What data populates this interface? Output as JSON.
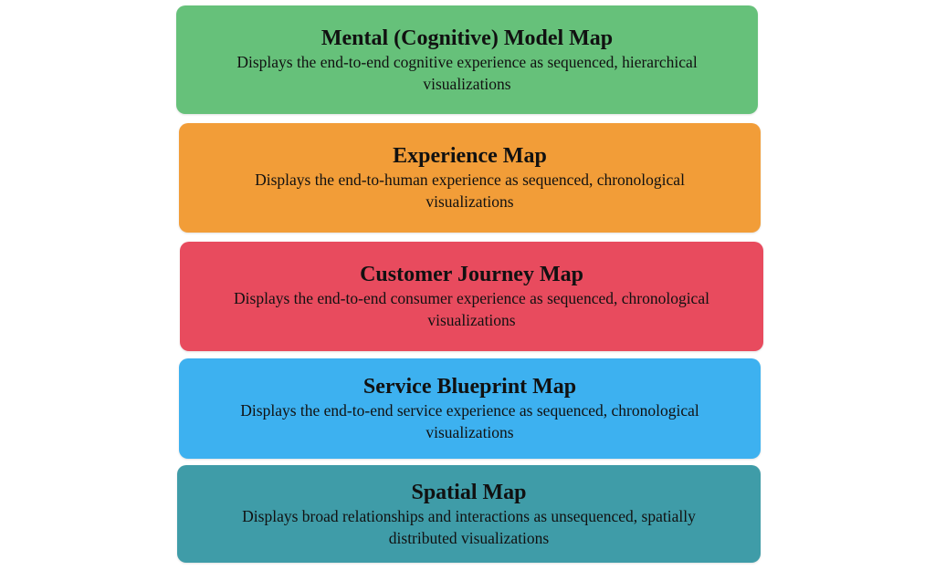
{
  "boxes": [
    {
      "title": "Mental (Cognitive) Model Map",
      "line1": "Displays the end-to-end cognitive experience as sequenced, hierarchical",
      "line2": "visualizations",
      "color": "#66c17a"
    },
    {
      "title": "Experience Map",
      "line1": "Displays the end-to-human experience as sequenced, chronological",
      "line2": "visualizations",
      "color": "#f29d38"
    },
    {
      "title": "Customer Journey Map",
      "line1": "Displays the end-to-end consumer experience as sequenced, chronological",
      "line2": "visualizations",
      "color": "#e84b5e"
    },
    {
      "title": "Service Blueprint Map",
      "line1": "Displays the end-to-end service experience as sequenced, chronological",
      "line2": "visualizations",
      "color": "#3db1f0"
    },
    {
      "title": "Spatial Map",
      "line1": "Displays broad relationships and interactions as unsequenced, spatially",
      "line2": "distributed visualizations",
      "color": "#3f9ca8"
    }
  ]
}
